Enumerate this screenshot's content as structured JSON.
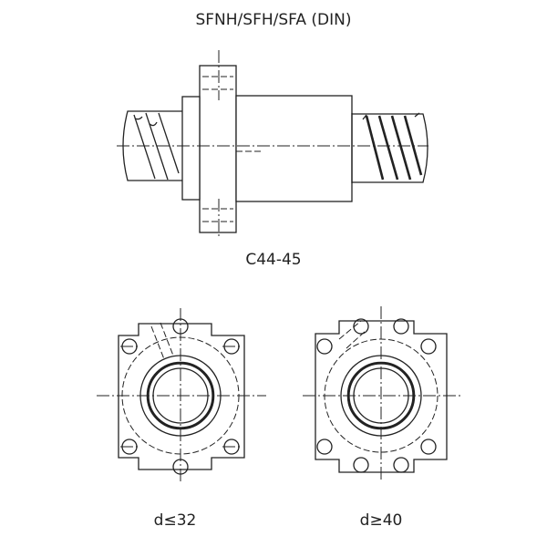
{
  "title": "SFNH/SFH/SFA (DIN)",
  "part_number": "C44-45",
  "views": {
    "left_caption": "d≤32",
    "right_caption": "d≥40"
  }
}
